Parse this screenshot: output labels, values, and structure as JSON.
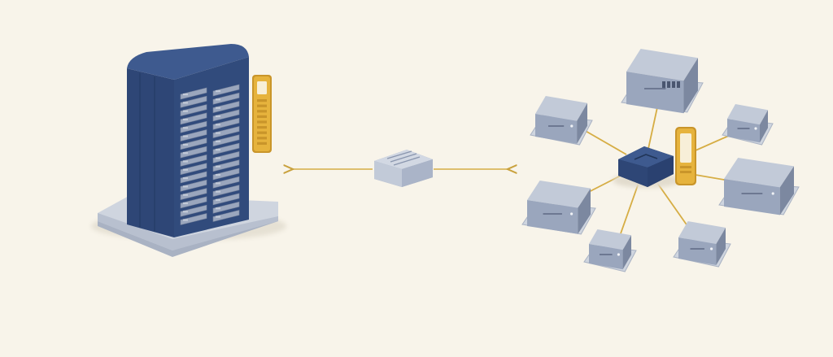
{
  "diagram": {
    "background": "#f8f4ea",
    "colors": {
      "navy": "#2e4676",
      "navy_dark": "#213558",
      "navy_light": "#3e5a8f",
      "device": "#9aa6bd",
      "device_top": "#c2cad8",
      "device_dark": "#7c88a0",
      "platform": "#cfd5df",
      "platform_side": "#a9b2c3",
      "accent": "#e6b33d",
      "accent_dark": "#c9952a",
      "link": "#d6ad44"
    },
    "nodes": [
      {
        "id": "data-center-rack",
        "role": "server-rack",
        "icon": "server-rack-icon"
      },
      {
        "id": "sync-device",
        "role": "bridge-device",
        "icon": "network-device-icon"
      },
      {
        "id": "central-hub",
        "role": "hub",
        "icon": "hub-icon"
      },
      {
        "id": "edge-server-top",
        "role": "edge-node",
        "icon": "server-box-icon"
      },
      {
        "id": "edge-node-left-upper",
        "role": "edge-node",
        "icon": "server-box-icon"
      },
      {
        "id": "edge-node-left-lower",
        "role": "edge-node",
        "icon": "server-box-icon"
      },
      {
        "id": "edge-node-bottom-left",
        "role": "edge-node",
        "icon": "server-box-icon"
      },
      {
        "id": "edge-node-bottom-right",
        "role": "edge-node",
        "icon": "server-box-icon"
      },
      {
        "id": "edge-node-right-upper",
        "role": "edge-node",
        "icon": "server-box-icon"
      },
      {
        "id": "edge-node-right-lower",
        "role": "edge-node",
        "icon": "server-box-icon"
      }
    ],
    "links": [
      {
        "from": "data-center-rack",
        "to": "sync-device",
        "style": "bidirectional-arrow"
      },
      {
        "from": "sync-device",
        "to": "central-hub",
        "style": "bidirectional-arrow"
      },
      {
        "from": "central-hub",
        "to": "edge-server-top",
        "style": "line"
      },
      {
        "from": "central-hub",
        "to": "edge-node-left-upper",
        "style": "line"
      },
      {
        "from": "central-hub",
        "to": "edge-node-left-lower",
        "style": "line"
      },
      {
        "from": "central-hub",
        "to": "edge-node-bottom-left",
        "style": "line"
      },
      {
        "from": "central-hub",
        "to": "edge-node-bottom-right",
        "style": "line"
      },
      {
        "from": "central-hub",
        "to": "edge-node-right-upper",
        "style": "line"
      },
      {
        "from": "central-hub",
        "to": "edge-node-right-lower",
        "style": "line"
      }
    ]
  }
}
